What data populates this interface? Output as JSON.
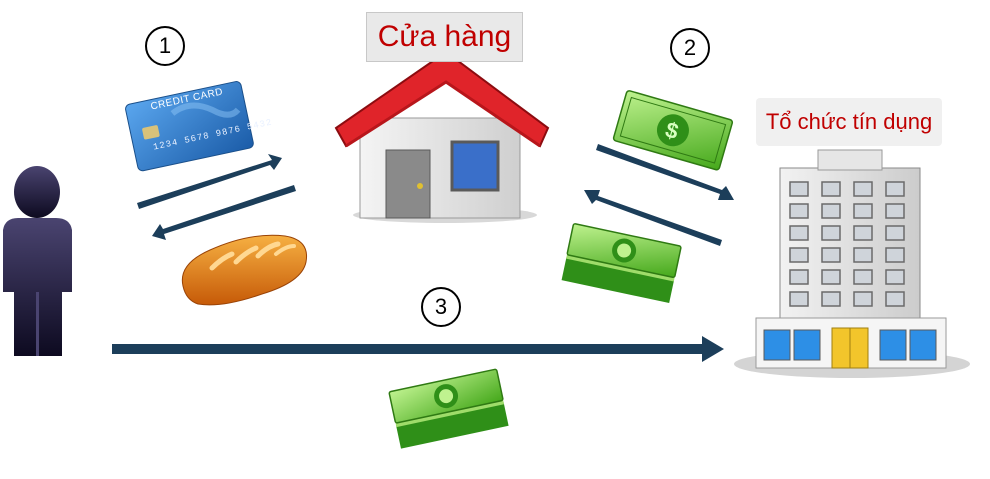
{
  "store": {
    "label": "Cửa hàng"
  },
  "bank": {
    "label": "Tổ chức tín dụng"
  },
  "steps": {
    "one": "1",
    "two": "2",
    "three": "3"
  },
  "card": {
    "brand": "CREDIT CARD",
    "number": "1234 5678 9876 5432"
  },
  "colors": {
    "arrow": "#1c3e5a",
    "roof": "#e0242a",
    "label_text": "#c00000",
    "money": "#4caf22",
    "card": "#2f7fd0",
    "bread": "#e88a1a",
    "person": "#1a1630"
  }
}
